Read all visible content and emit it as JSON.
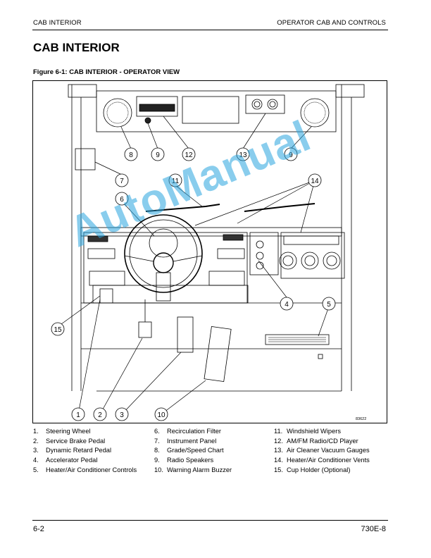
{
  "header": {
    "left": "CAB INTERIOR",
    "right": "OPERATOR CAB AND CONTROLS"
  },
  "title": "CAB INTERIOR",
  "figure": {
    "caption": "Figure 6-1: CAB INTERIOR - OPERATOR VIEW",
    "code": "83622",
    "callouts": [
      "1",
      "2",
      "3",
      "4",
      "5",
      "6",
      "7",
      "8",
      "9",
      "9",
      "10",
      "11",
      "12",
      "13",
      "14",
      "15"
    ]
  },
  "legend": {
    "col1": [
      {
        "num": "1.",
        "text": "Steering Wheel"
      },
      {
        "num": "2.",
        "text": "Service Brake Pedal"
      },
      {
        "num": "3.",
        "text": "Dynamic Retard Pedal"
      },
      {
        "num": "4.",
        "text": "Accelerator Pedal"
      },
      {
        "num": "5.",
        "text": "Heater/Air Conditioner Controls"
      }
    ],
    "col2": [
      {
        "num": "6.",
        "text": "Recirculation Filter"
      },
      {
        "num": "7.",
        "text": "Instrument Panel"
      },
      {
        "num": "8.",
        "text": "Grade/Speed Chart"
      },
      {
        "num": "9.",
        "text": "Radio Speakers"
      },
      {
        "num": "10.",
        "text": "Warning Alarm Buzzer"
      }
    ],
    "col3": [
      {
        "num": "11.",
        "text": "Windshield Wipers"
      },
      {
        "num": "12.",
        "text": "AM/FM Radio/CD Player"
      },
      {
        "num": "13.",
        "text": "Air Cleaner Vacuum Gauges"
      },
      {
        "num": "14.",
        "text": "Heater/Air Conditioner Vents"
      },
      {
        "num": "15.",
        "text": "Cup Holder (Optional)"
      }
    ]
  },
  "footer": {
    "left": "6-2",
    "right": "730E-8"
  },
  "watermark": "AutoManual",
  "colors": {
    "watermark": "#2aa6e0",
    "ink": "#000000"
  }
}
